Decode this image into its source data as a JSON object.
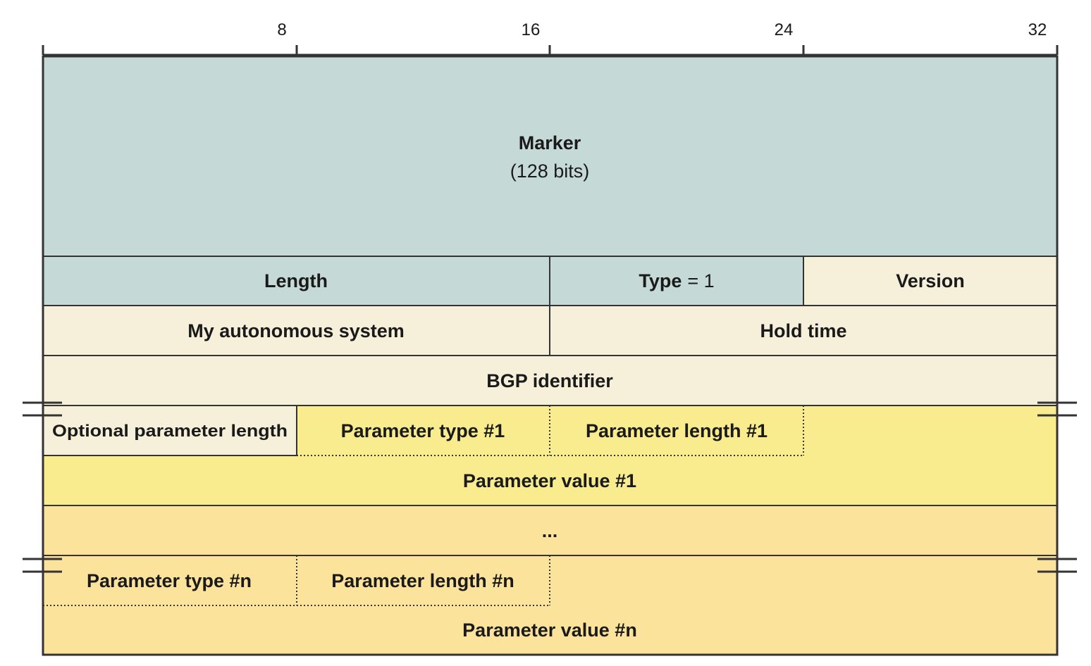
{
  "ruler": {
    "tick_labels": [
      "8",
      "16",
      "24",
      "32"
    ]
  },
  "colors": {
    "header": "#c5d9d6",
    "open": "#f6efd9",
    "param_first": "#f8ec8e",
    "param_n": "#fce39b",
    "stroke": "#333333"
  },
  "fields": {
    "marker": "Marker",
    "marker_sub": "(128 bits)",
    "length": "Length",
    "type": "Type",
    "type_value": "= 1",
    "version": "Version",
    "my_as": "My autonomous system",
    "hold_time": "Hold time",
    "bgp_identifier": "BGP identifier",
    "opt_param_length": "Optional parameter length",
    "param_type_1": "Parameter type #1",
    "param_length_1": "Parameter length #1",
    "param_value_1": "Parameter value #1",
    "ellipsis": "...",
    "param_type_n": "Parameter type #n",
    "param_length_n": "Parameter length #n",
    "param_value_n": "Parameter value #n"
  }
}
